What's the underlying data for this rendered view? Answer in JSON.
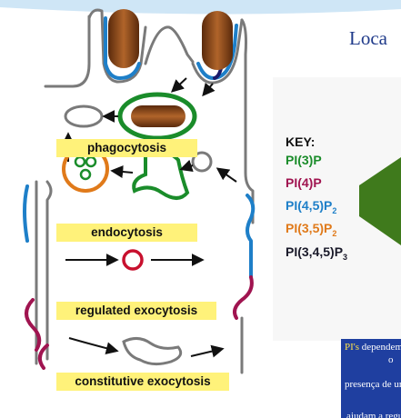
{
  "slide": {
    "title": "Loca"
  },
  "diagram": {
    "labels": {
      "phagocytosis": "phagocytosis",
      "endocytosis": "endocytosis",
      "regulated": "regulated exocytosis",
      "constitutive": "constitutive exocytosis"
    }
  },
  "key": {
    "heading": "KEY:",
    "items": [
      {
        "base": "PI(3)P",
        "sub": "",
        "tail": "",
        "color": "#1a8c2a"
      },
      {
        "base": "PI(4)P",
        "sub": "",
        "tail": "",
        "color": "#a01450"
      },
      {
        "base": "PI(4,5)P",
        "sub": "2",
        "tail": "",
        "color": "#1e7fc8"
      },
      {
        "base": "PI(3,5)P",
        "sub": "2",
        "tail": "",
        "color": "#e07a1a"
      },
      {
        "base": "PI(3,4,5)P",
        "sub": "3",
        "tail": "",
        "color": "#1a1a2a"
      }
    ]
  },
  "info_box": {
    "line1_highlight": "PI's",
    "line1": " dependem da",
    "line2": "o",
    "line3": "presença de um ti",
    "line4": "ajudam a regular a"
  },
  "colors": {
    "membrane": "#7a7a7a",
    "pi3p": "#1a8c2a",
    "pi4p": "#a01450",
    "pi45p2": "#1e7fc8",
    "pi35p2": "#e07a1a",
    "bacterium": "#8a4a1c",
    "label_bg": "#fff27a",
    "arrow": "#3f7a1c",
    "info_bg": "#1f3fa0"
  },
  "icons": [
    "bacterium",
    "arrow-left",
    "arrow-right"
  ]
}
